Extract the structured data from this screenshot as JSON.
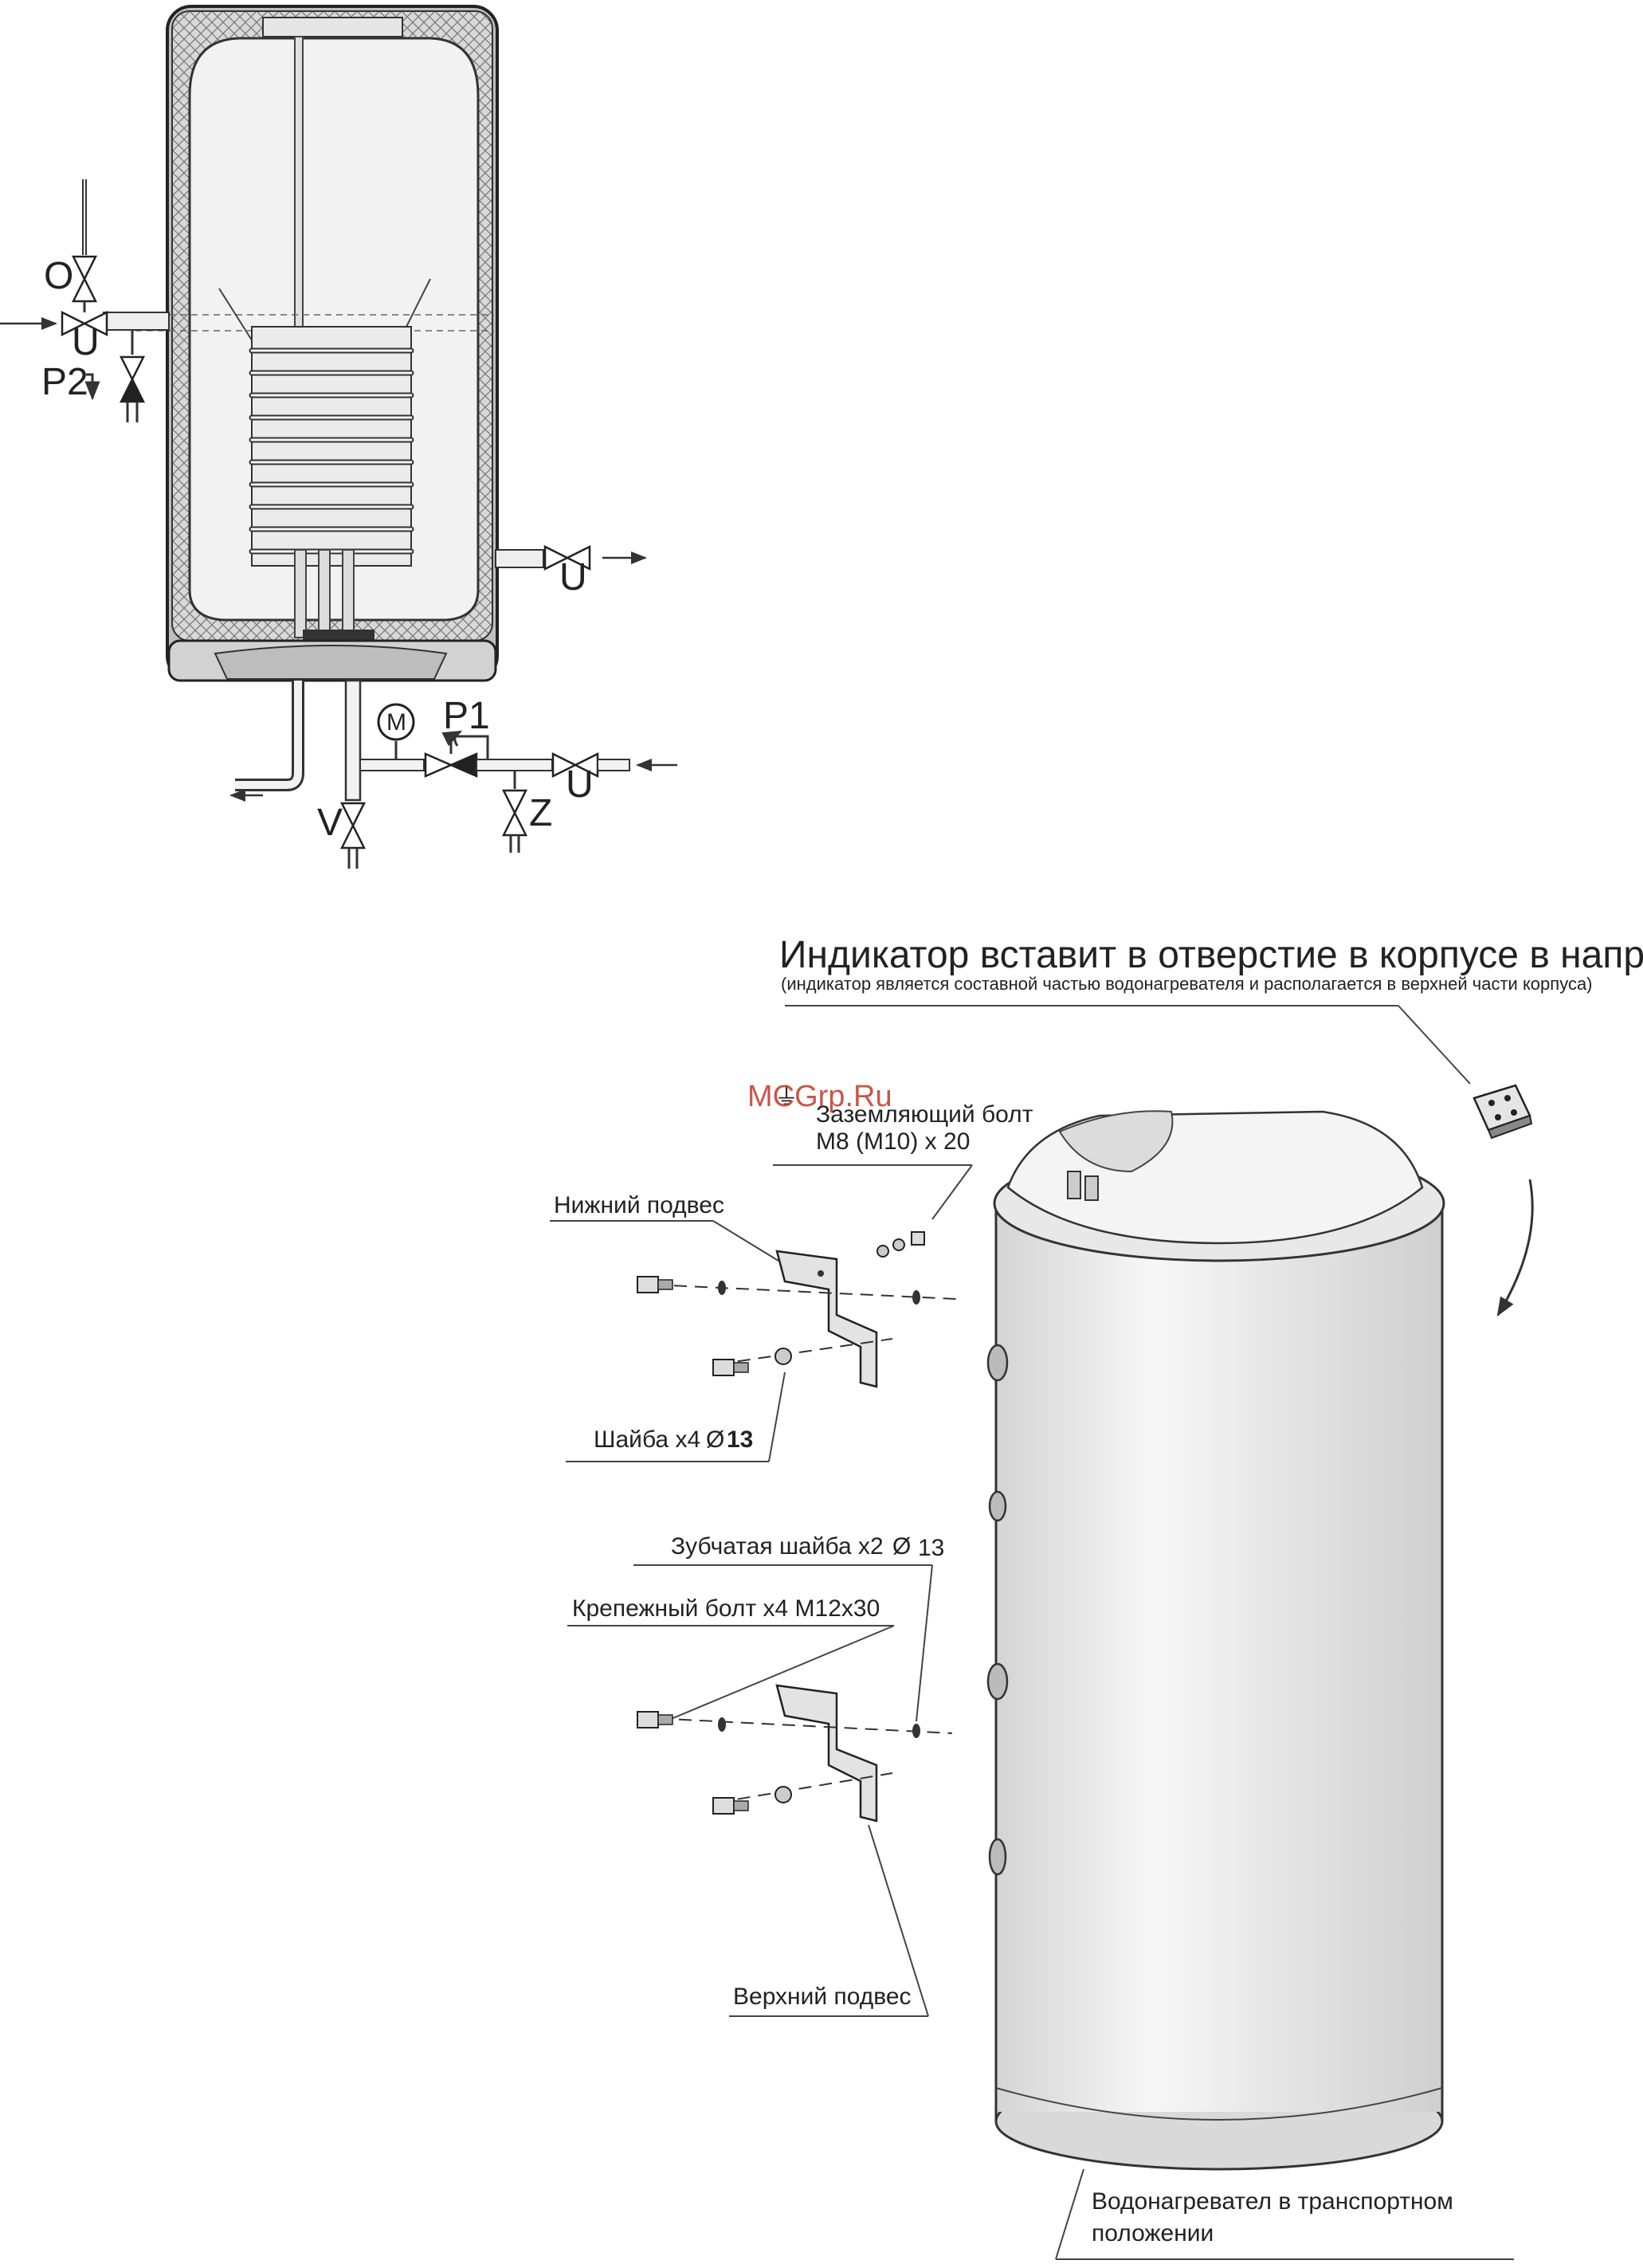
{
  "labels": {
    "valve_o": "O",
    "valve_u_left": "U",
    "p2": "P2",
    "valve_u_right": "U",
    "manometer": "M",
    "p1": "P1",
    "valve_u_bottom": "U",
    "valve_v": "V",
    "valve_z": "Z"
  },
  "callouts": {
    "indicator_main": "Индикатор вставит в отверстие в корпусе в направлении стрелки",
    "indicator_note": "(индикатор является составной частью водонагревателя и располагается в верхней части корпуса)",
    "ground_bolt_line1": "Заземляющий болт",
    "ground_bolt_line2": "M8 (M10) x 20",
    "ground_symbol": "⏚",
    "lower_hanger": "Нижний подвес",
    "washer": "Шайба x4",
    "washer_size": "13",
    "tooth_washer": "Зубчатая шайба x2",
    "tooth_washer_size": "13",
    "mount_bolt": "Крепежный болт x4  M12x30",
    "upper_hanger": "Верхний подвес",
    "transport_line1": "Водонагревател в транспортном",
    "transport_line2": "положении",
    "diameter_symbol": "Ø"
  },
  "watermark": "MCGrp.Ru"
}
